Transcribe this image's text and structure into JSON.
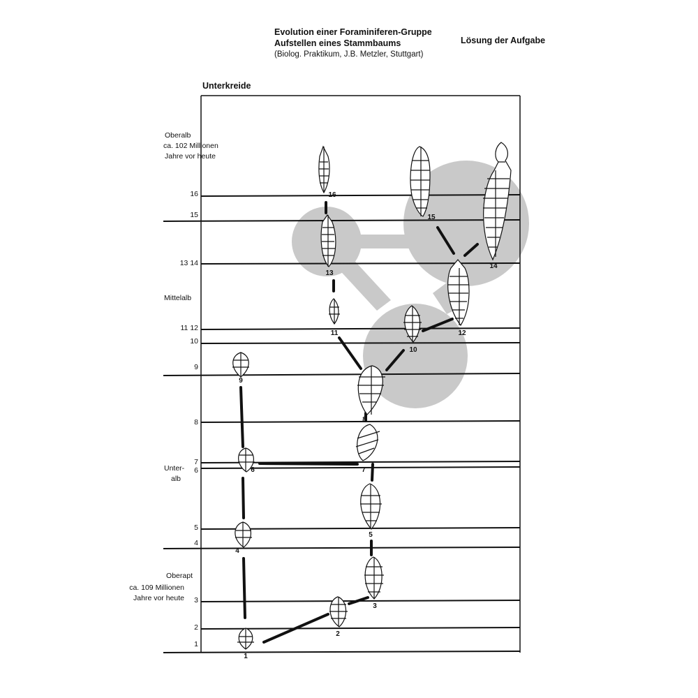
{
  "header": {
    "title_line1": "Evolution einer Foraminiferen-Gruppe",
    "title_line2": "Aufstellen eines Stammbaums",
    "title_line3": "(Biolog. Praktikum, J.B. Metzler, Stuttgart)",
    "solution": "Lösung der Aufgabe"
  },
  "period_label": "Unterkreide",
  "stages": {
    "oberalb_l1": "Oberalb",
    "oberalb_l2": "ca. 102 Millionen",
    "oberalb_l3": "Jahre vor heute",
    "mittelalb": "Mittelalb",
    "unteralb_l1": "Unter-",
    "unteralb_l2": "alb",
    "oberapt_l1": "Oberapt",
    "oberapt_l2": "ca. 109 Millionen",
    "oberapt_l3": "Jahre vor heute"
  },
  "levels": [
    {
      "id": "l16",
      "label": "16"
    },
    {
      "id": "l15",
      "label": "15"
    },
    {
      "id": "l1314",
      "label": "13  14"
    },
    {
      "id": "l1112",
      "label": "11  12"
    },
    {
      "id": "l10",
      "label": "10"
    },
    {
      "id": "l9",
      "label": "9"
    },
    {
      "id": "l8",
      "label": "8"
    },
    {
      "id": "l7",
      "label": "7"
    },
    {
      "id": "l6",
      "label": "6"
    },
    {
      "id": "l5",
      "label": "5"
    },
    {
      "id": "l4",
      "label": "4"
    },
    {
      "id": "l3",
      "label": "3"
    },
    {
      "id": "l2",
      "label": "2"
    },
    {
      "id": "l1",
      "label": "1"
    }
  ],
  "fossils": {
    "f1": "1",
    "f2": "2",
    "f3": "3",
    "f4": "4",
    "f5": "5",
    "f6": "6",
    "f7": "7",
    "f8": "8",
    "f9": "9",
    "f10": "10",
    "f11": "11",
    "f12": "12",
    "f13": "13",
    "f14": "14",
    "f15": "15",
    "f16": "16"
  },
  "colors": {
    "ink": "#111111",
    "watermark": "#c9c9c9"
  }
}
